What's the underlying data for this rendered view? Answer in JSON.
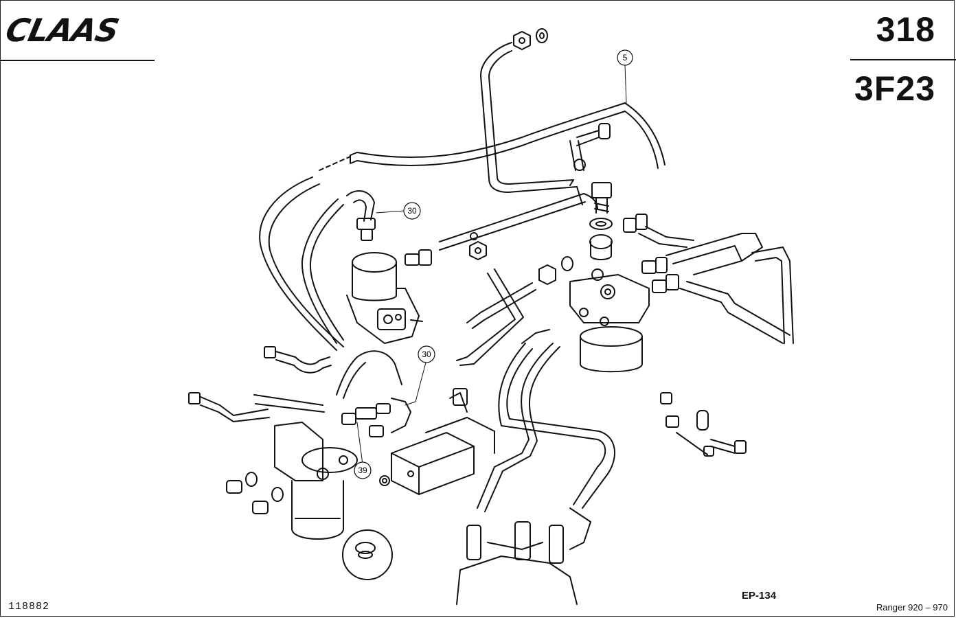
{
  "header": {
    "brand": "CLAAS",
    "page_number": "318",
    "section_code": "3F23"
  },
  "callouts": [
    "5",
    "30",
    "30",
    "39"
  ],
  "footer": {
    "document_number": "118882",
    "reference": "EP-134",
    "model_range": "Ranger 920 – 970"
  },
  "colors": {
    "ink": "#111111",
    "paper": "#ffffff"
  }
}
